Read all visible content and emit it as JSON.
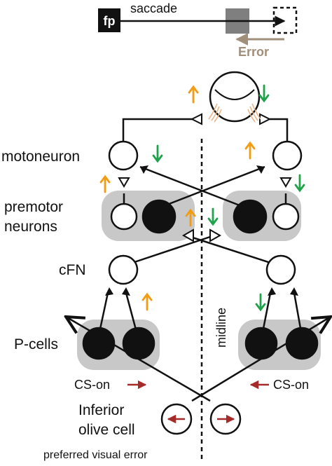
{
  "saccade_panel": {
    "fixation_label": "fp",
    "saccade_label": "saccade",
    "error_label": "Error"
  },
  "labels": {
    "motoneuron": "motoneuron",
    "premotor_line1": "premotor",
    "premotor_line2": "neurons",
    "cfn": "cFN",
    "pcells": "P-cells",
    "midline": "midline",
    "cs_on_left": "CS-on",
    "cs_on_right": "CS-on",
    "inferior_olive_line1": "Inferior",
    "inferior_olive_line2": "olive cell",
    "preferred_error": "preferred visual error"
  },
  "colors": {
    "activity_up": "#f39c12",
    "activity_down": "#1ea34a",
    "error": "#a08f7a",
    "cs_arrow": "#a52a2a",
    "group_fill": "#c8c8c8",
    "target_fill": "#7f7f7f",
    "muscle": "#e8b48a"
  }
}
